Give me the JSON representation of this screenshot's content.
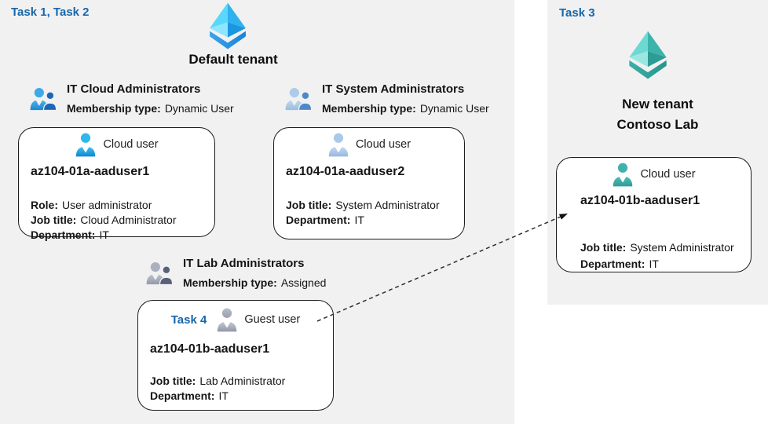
{
  "colors": {
    "accent_blue": "#1766ab",
    "panel_gray": "#f1f1f2",
    "card_border": "#1c1c1c",
    "cloud_user_blue": "#22aee5",
    "muted_user_blue": "#a9c7e9",
    "guest_user_gray": "#9ba0b0",
    "teal_user": "#38a59f",
    "aad_icon_blue": "#2fb1ee",
    "aad_icon_teal": "#3cb4ac"
  },
  "left_panel": {
    "task_label": "Task 1, Task 2",
    "tenant_name": "Default tenant"
  },
  "groups": [
    {
      "title": "IT Cloud Administrators",
      "membership_label": "Membership type:",
      "membership_value": "Dynamic User"
    },
    {
      "title": "IT System Administrators",
      "membership_label": "Membership type:",
      "membership_value": "Dynamic User"
    },
    {
      "title": "IT Lab Administrators",
      "membership_label": "Membership type:",
      "membership_value": "Assigned"
    }
  ],
  "cards": [
    {
      "user_type": "Cloud user",
      "name": "az104-01a-aaduser1",
      "fields": [
        {
          "label": "Role:",
          "value": "User administrator"
        },
        {
          "label": "Job title:",
          "value": "Cloud Administrator"
        },
        {
          "label": "Department:",
          "value": "IT"
        }
      ]
    },
    {
      "user_type": "Cloud user",
      "name": "az104-01a-aaduser2",
      "fields": [
        {
          "label": "Job title:",
          "value": "System Administrator"
        },
        {
          "label": "Department:",
          "value": "IT"
        }
      ]
    },
    {
      "task_label": "Task 4",
      "user_type": "Guest user",
      "name": "az104-01b-aaduser1",
      "fields": [
        {
          "label": "Job title:",
          "value": "Lab Administrator"
        },
        {
          "label": "Department:",
          "value": "IT"
        }
      ]
    }
  ],
  "right_panel": {
    "task_label": "Task 3",
    "tenant_name_line1": "New tenant",
    "tenant_name_line2": "Contoso Lab",
    "card": {
      "user_type": "Cloud user",
      "name": "az104-01b-aaduser1",
      "fields": [
        {
          "label": "Job title:",
          "value": "System Administrator"
        },
        {
          "label": "Department:",
          "value": "IT"
        }
      ]
    }
  },
  "icons": {
    "aad_tenant_blue": "azure-ad-tenant-pyramid-blue",
    "aad_tenant_teal": "azure-ad-tenant-pyramid-teal",
    "group_blue": "two-users-group-blue",
    "group_muted": "two-users-group-muted-blue",
    "group_gray": "two-users-group-gray",
    "user_cyan": "single-user-cyan",
    "user_muted": "single-user-muted-blue",
    "user_gray": "single-user-gray",
    "user_teal": "single-user-teal"
  }
}
